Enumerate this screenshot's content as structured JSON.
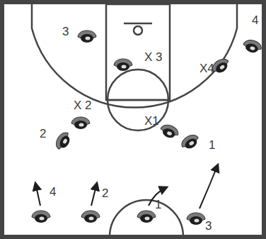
{
  "diagram": {
    "labels": [
      "3",
      "X 3",
      "4",
      "X4",
      "X 2",
      "2",
      "X1",
      "1",
      "4",
      "2",
      "1",
      "3"
    ]
  }
}
